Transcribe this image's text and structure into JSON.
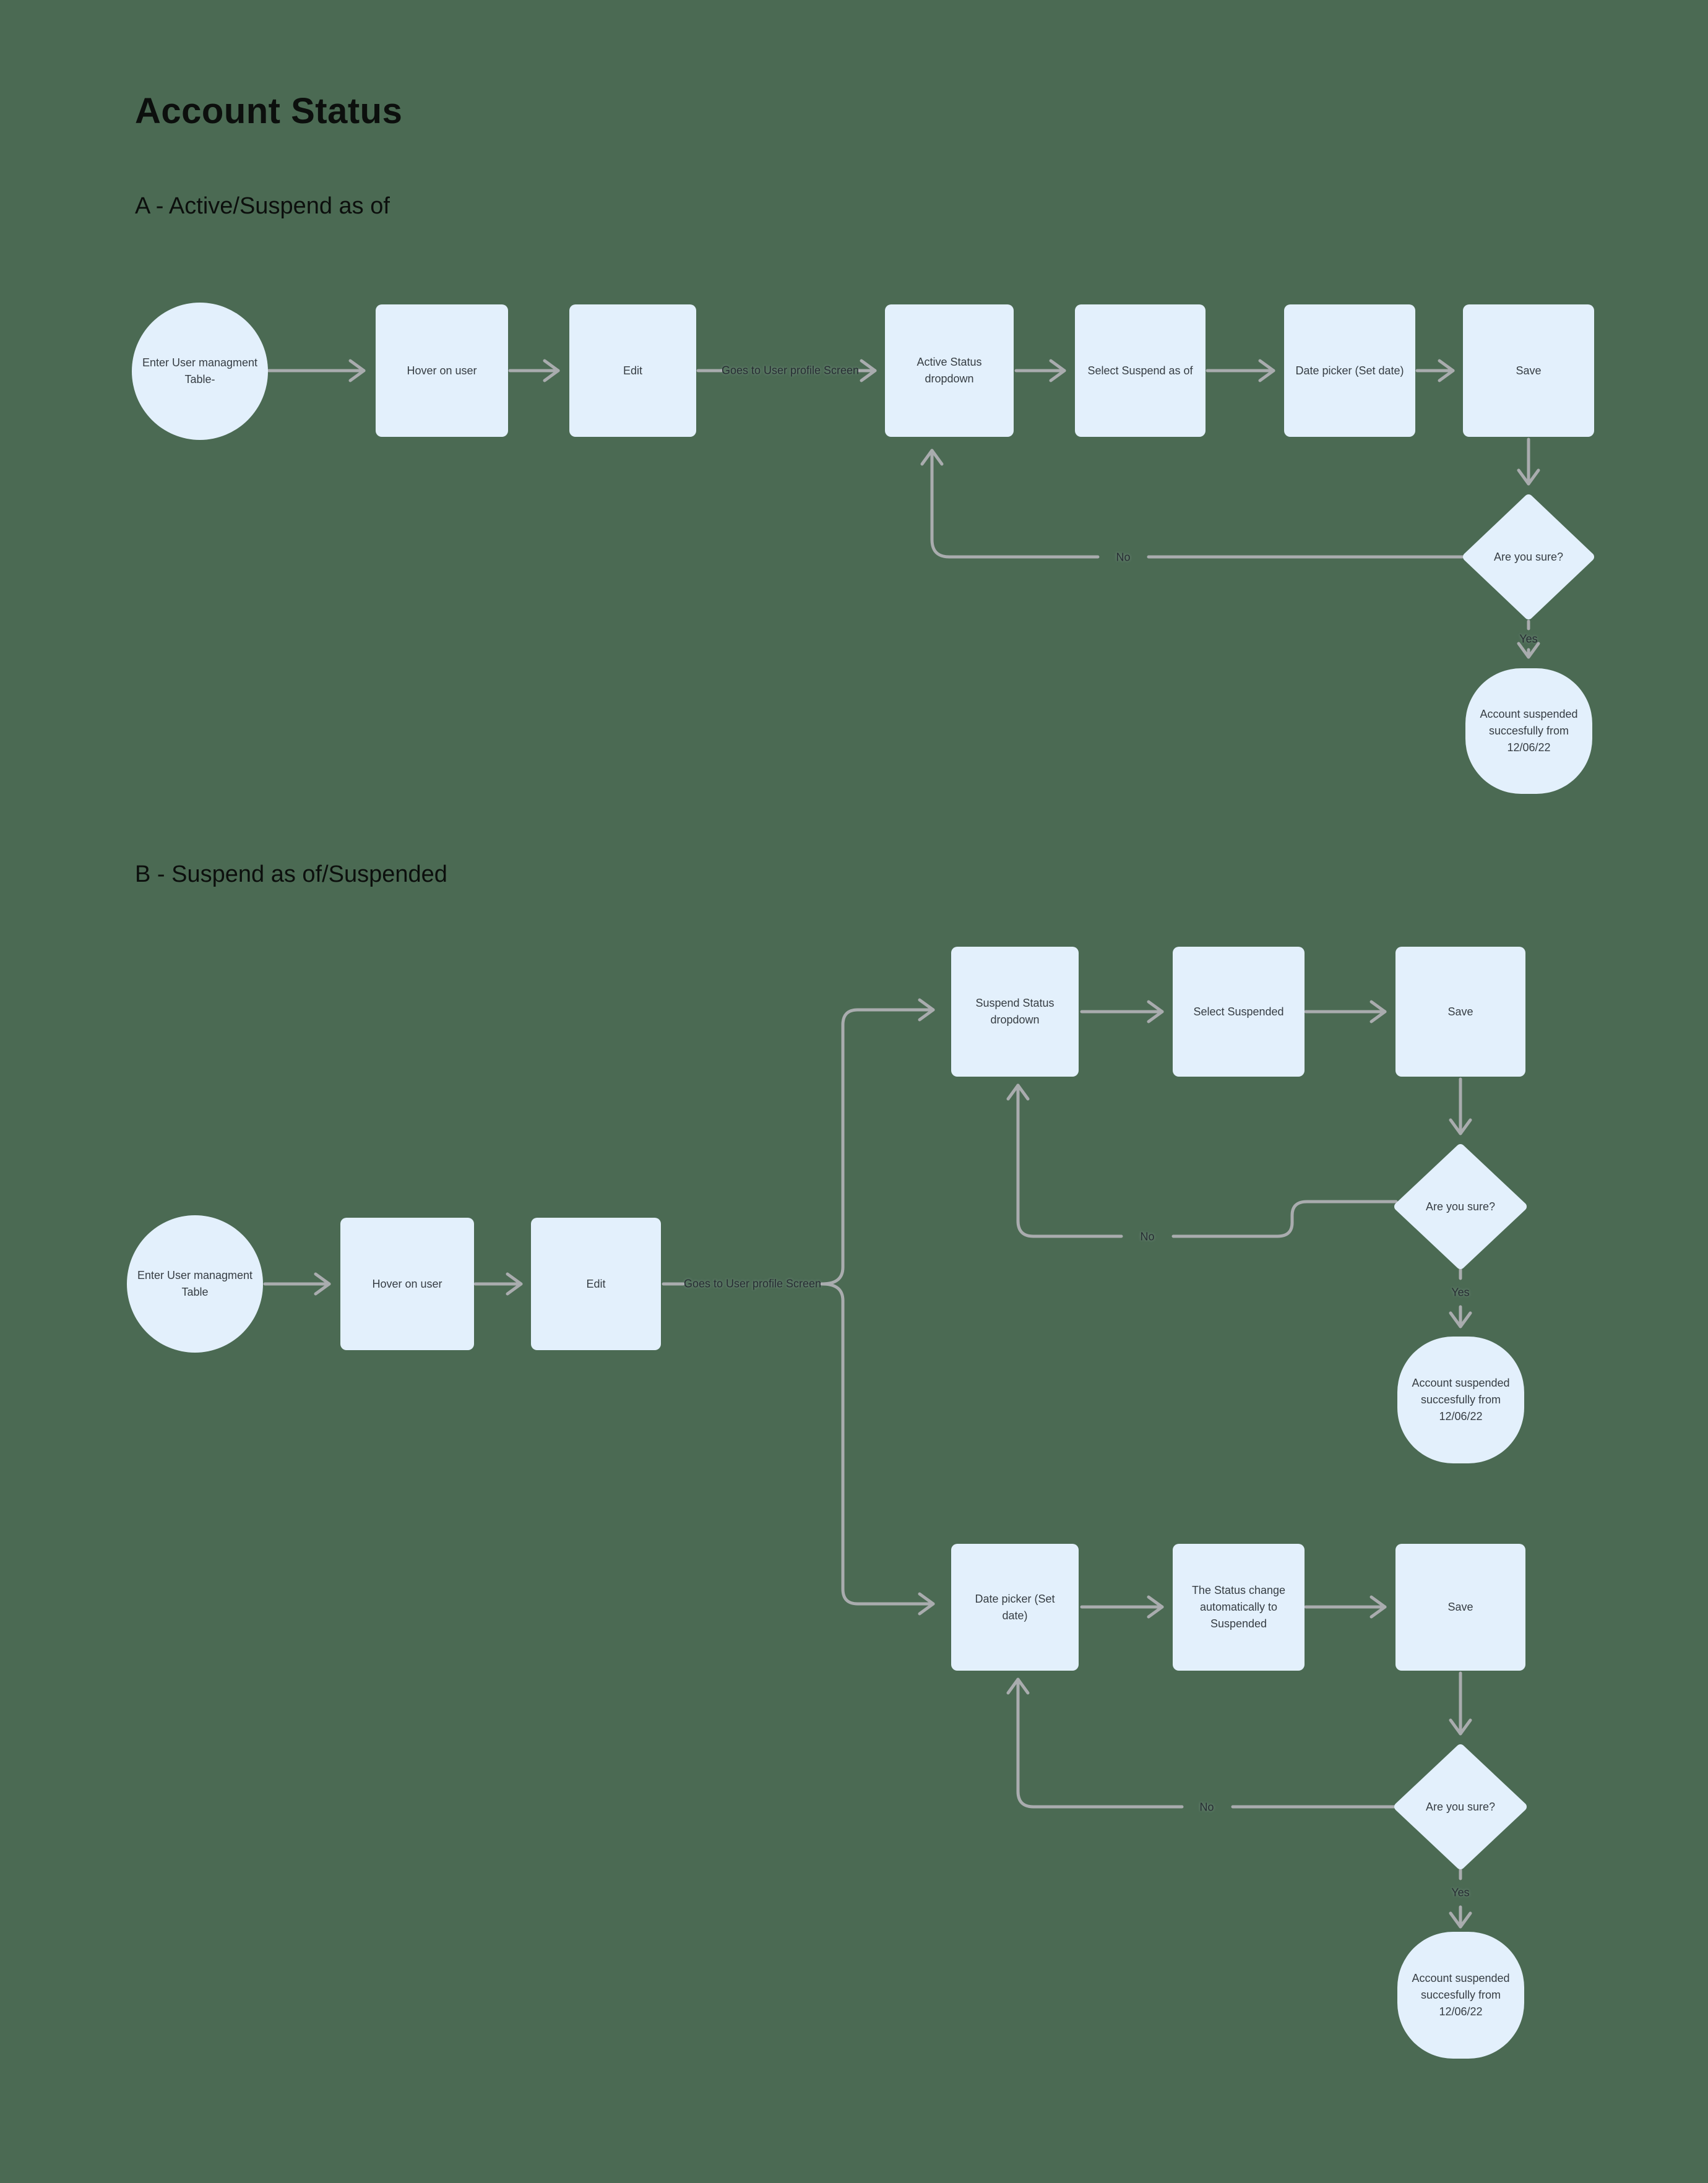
{
  "title": "Account Status",
  "colors": {
    "background": "#4b6a53",
    "node_fill": "#e3f0fc",
    "edge": "#a9acae",
    "node_text": "#363d43",
    "label_text": "#272d33",
    "heading_text": "#0c0f0d"
  },
  "sections": {
    "a": {
      "heading": "A - Active/Suspend as of",
      "start": "Enter User managment Table-",
      "steps": [
        "Hover on user",
        "Edit",
        "Active Status dropdown",
        "Select Suspend as of",
        "Date picker (Set date)",
        "Save"
      ],
      "edge_label": "Goes to User profile Screen",
      "decision": "Are you sure?",
      "no_label": "No",
      "yes_label": "Yes",
      "terminal": "Account suspended succesfully from 12/06/22"
    },
    "b": {
      "heading": "B - Suspend as of/Suspended",
      "start": "Enter User managment Table",
      "steps": [
        "Hover on user",
        "Edit"
      ],
      "edge_label": "Goes to User profile Screen",
      "upper": {
        "steps": [
          "Suspend Status dropdown",
          "Select Suspended",
          "Save"
        ],
        "decision": "Are you sure?",
        "no_label": "No",
        "yes_label": "Yes",
        "terminal": "Account suspended succesfully from 12/06/22"
      },
      "lower": {
        "steps": [
          "Date picker (Set date)",
          "The Status change automatically to Suspended",
          "Save"
        ],
        "decision": "Are you sure?",
        "no_label": "No",
        "yes_label": "Yes",
        "terminal": "Account suspended succesfully from 12/06/22"
      }
    }
  }
}
